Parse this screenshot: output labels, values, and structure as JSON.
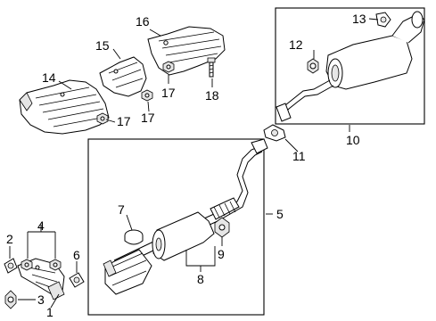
{
  "callouts": {
    "c1": "1",
    "c2": "2",
    "c3": "3",
    "c4": "4",
    "c5": "5",
    "c6": "6",
    "c7": "7",
    "c8": "8",
    "c9": "9",
    "c10": "10",
    "c11": "11",
    "c12": "12",
    "c13": "13",
    "c14": "14",
    "c15": "15",
    "c16": "16",
    "c17a": "17",
    "c17b": "17",
    "c17c": "17",
    "c18": "18"
  }
}
